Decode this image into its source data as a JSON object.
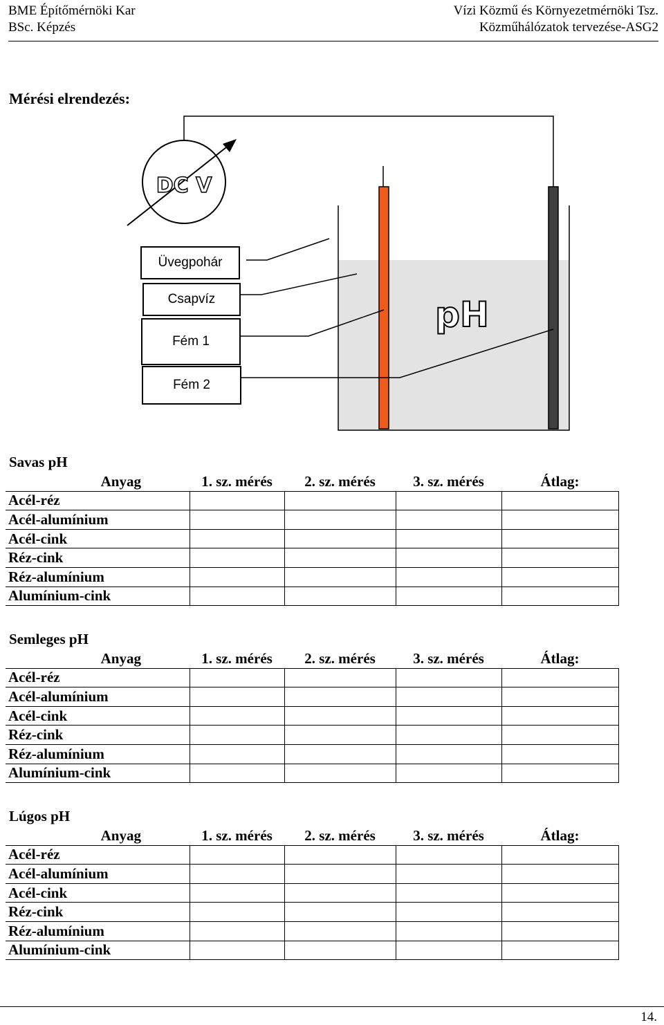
{
  "header": {
    "left_top": "BME Építőmérnöki Kar",
    "left_bottom": "BSc. Képzés",
    "right_top": "Vízi Közmű és Környezetmérnöki Tsz.",
    "right_bottom": "Közműhálózatok tervezése-ASG2"
  },
  "section_title": "Mérési elrendezés:",
  "diagram": {
    "meter_label": "DC V",
    "ph_label": "pH",
    "labels": [
      "Üvegpohár",
      "Csapvíz",
      "Fém 1",
      "Fém 2"
    ]
  },
  "tables": [
    {
      "title": "Savas pH",
      "headers": [
        "Anyag",
        "1. sz. mérés",
        "2. sz. mérés",
        "3. sz. mérés",
        "Átlag:"
      ],
      "rows": [
        "Acél-réz",
        "Acél-alumínium",
        "Acél-cink",
        "Réz-cink",
        "Réz-alumínium",
        "Alumínium-cink"
      ]
    },
    {
      "title": "Semleges pH",
      "headers": [
        "Anyag",
        "1. sz. mérés",
        "2. sz. mérés",
        "3. sz. mérés",
        "Átlag:"
      ],
      "rows": [
        "Acél-réz",
        "Acél-alumínium",
        "Acél-cink",
        "Réz-cink",
        "Réz-alumínium",
        "Alumínium-cink"
      ]
    },
    {
      "title": "Lúgos pH",
      "headers": [
        "Anyag",
        "1. sz. mérés",
        "2. sz. mérés",
        "3. sz. mérés",
        "Átlag:"
      ],
      "rows": [
        "Acél-réz",
        "Acél-alumínium",
        "Acél-cink",
        "Réz-cink",
        "Réz-alumínium",
        "Alumínium-cink"
      ]
    }
  ],
  "page_number": "14.",
  "colors": {
    "electrode_1": "#f05a1a",
    "electrode_2": "#404040",
    "water": "#e3e3e3"
  }
}
